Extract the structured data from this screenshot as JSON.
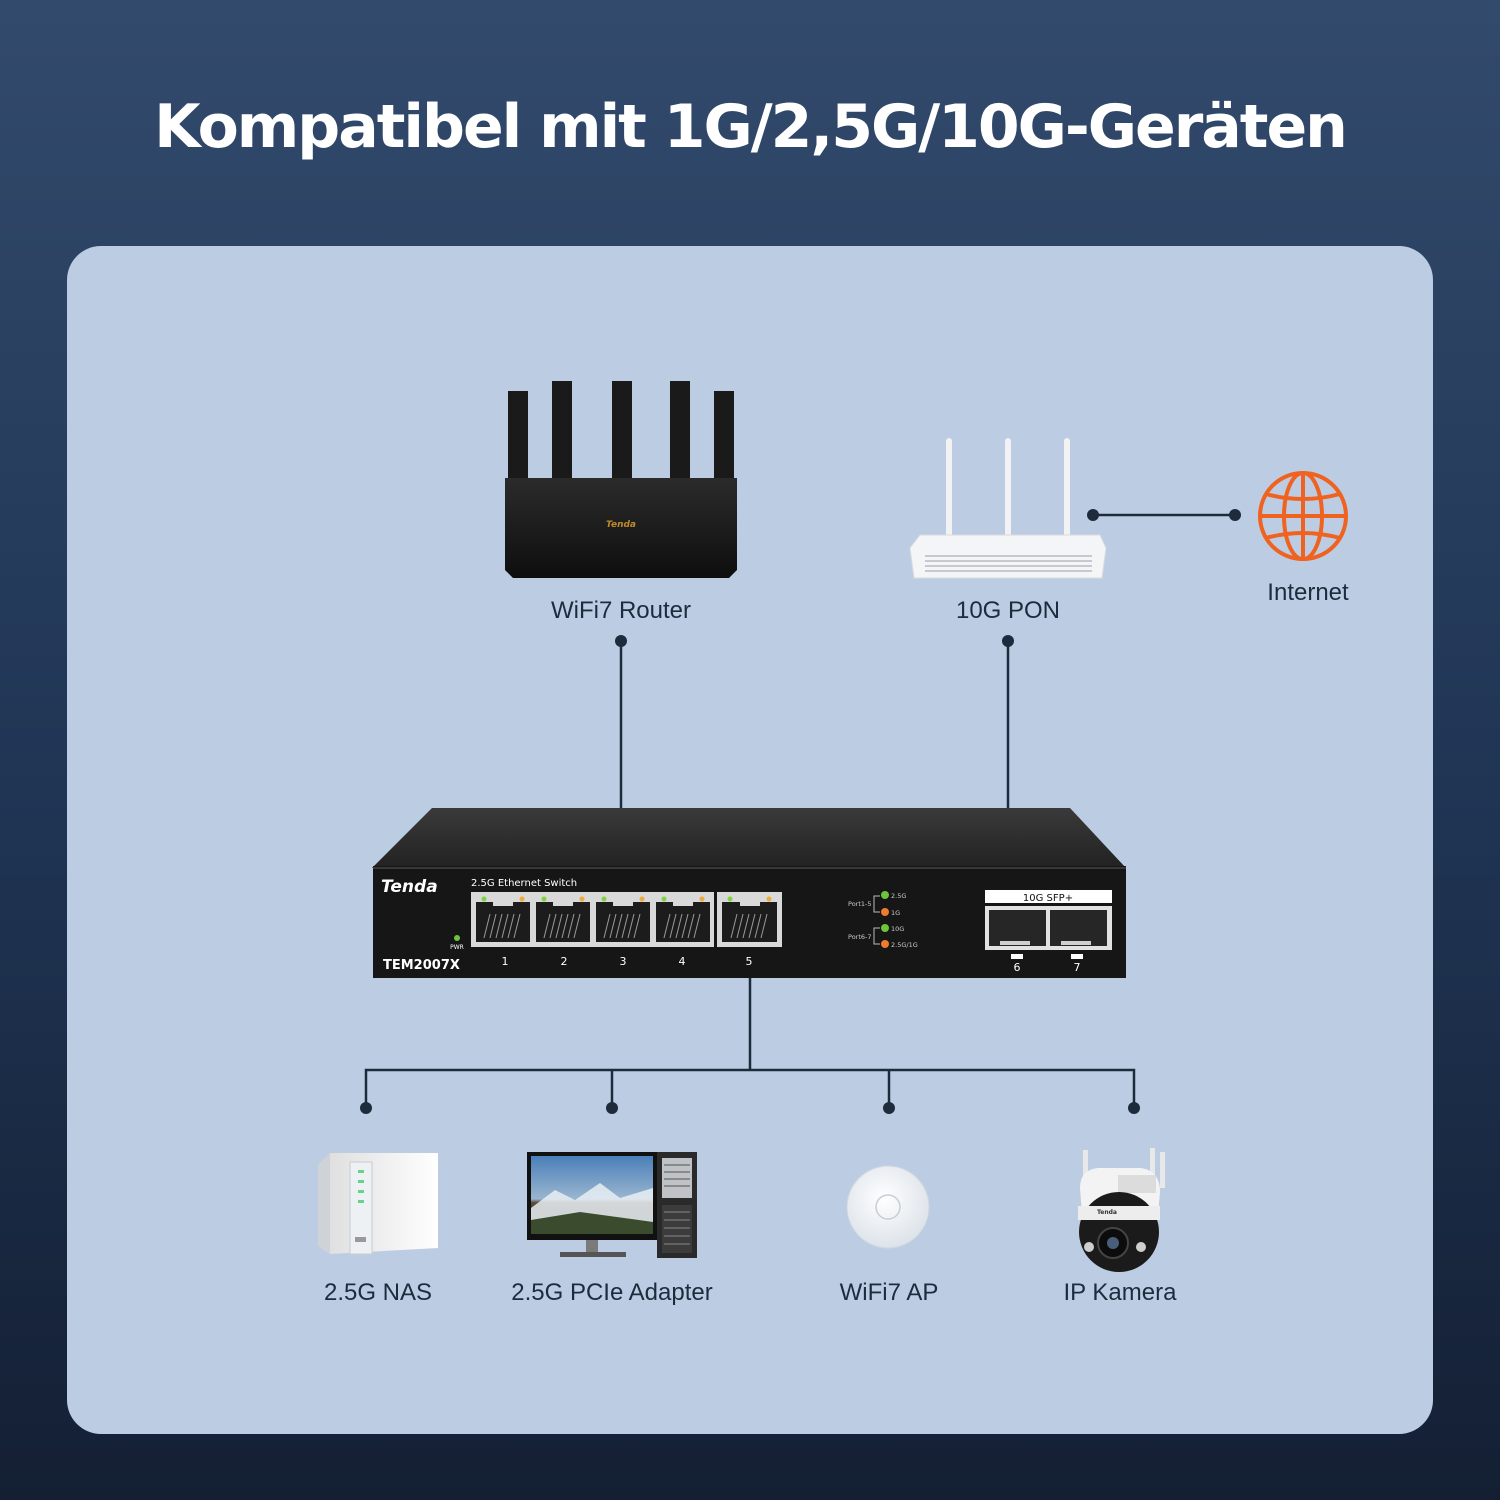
{
  "title": "Kompatibel mit 1G/2,5G/10G-Geräten",
  "devices": {
    "router": "WiFi7 Router",
    "pon": "10G PON",
    "internet": "Internet",
    "nas": "2.5G NAS",
    "pcie": "2.5G PCIe Adapter",
    "ap": "WiFi7 AP",
    "camera": "IP Kamera"
  },
  "switch": {
    "brand": "Tenda",
    "model": "TEM2007X",
    "subtitle": "2.5G Ethernet Switch",
    "pwr": "PWR",
    "ports": [
      "1",
      "2",
      "3",
      "4",
      "5"
    ],
    "sfp_label": "10G SFP+",
    "sfp_ports": [
      "6",
      "7"
    ],
    "led_legend": {
      "group1": "Port1-5",
      "group1_a": "2.5G",
      "group1_b": "1G",
      "group2": "Port6-7",
      "group2_a": "10G",
      "group2_b": "2.5G/1G"
    }
  },
  "router_brand": "Tenda",
  "camera_brand": "Tenda",
  "colors": {
    "background": "#233a5a",
    "panel": "#bccde3",
    "line": "#1e2b3d",
    "internet_icon": "#f0621f",
    "led_green": "#6ec43a",
    "led_orange": "#ef7b2e"
  },
  "icons": [
    "globe-icon"
  ]
}
